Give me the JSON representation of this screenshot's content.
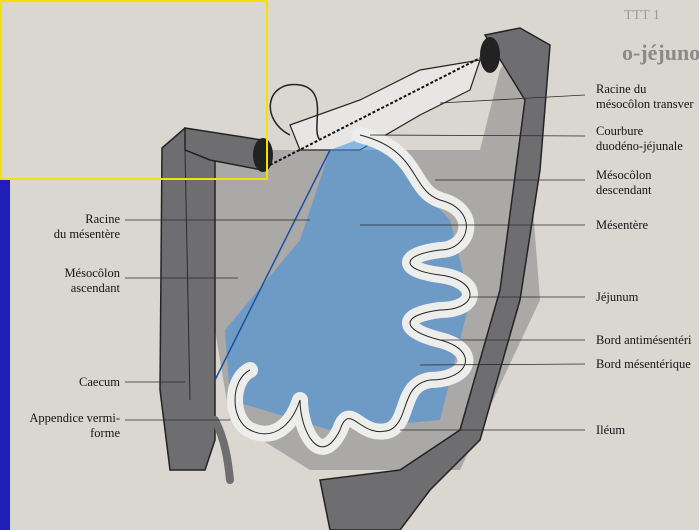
{
  "labels_right": [
    {
      "key": "racine_meso_transverse",
      "lines": [
        "Racine du",
        "mésocôlon transver"
      ]
    },
    {
      "key": "courbure",
      "lines": [
        "Courbure",
        "duodéno-jéjunale"
      ]
    },
    {
      "key": "mesocolon_desc",
      "lines": [
        "Mésocôlon",
        "descendant"
      ]
    },
    {
      "key": "mesentere",
      "lines": [
        "Mésentère"
      ]
    },
    {
      "key": "jejunum",
      "lines": [
        "Jéjunum"
      ]
    },
    {
      "key": "bord_anti",
      "lines": [
        "Bord antimésentéri"
      ]
    },
    {
      "key": "bord_mes",
      "lines": [
        "Bord mésentérique"
      ]
    },
    {
      "key": "ileum",
      "lines": [
        "Iléum"
      ]
    }
  ],
  "labels_left": [
    {
      "key": "racine_mesentere",
      "lines": [
        "Racine",
        "du mésentère"
      ]
    },
    {
      "key": "mesocolon_asc",
      "lines": [
        "Mésocôlon",
        "ascendant"
      ]
    },
    {
      "key": "caecum",
      "lines": [
        "Caecum"
      ]
    },
    {
      "key": "appendice",
      "lines": [
        "Appendice vermi-",
        "forme"
      ]
    }
  ],
  "bleed": {
    "title": "o-jéjuno-il",
    "small": "TTT 1"
  },
  "colors": {
    "slide": "#1c1eb0",
    "frame": "#f2e200",
    "mesentery": "#3d8fe0",
    "colon": "#6e6e70"
  }
}
